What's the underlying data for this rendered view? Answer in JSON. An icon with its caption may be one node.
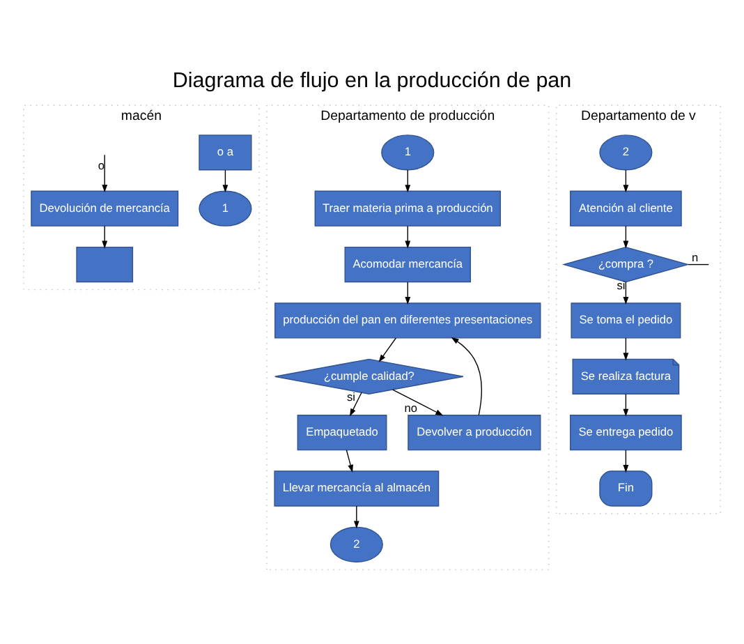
{
  "diagram": {
    "title": "Diagrama de flujo en la producción de pan",
    "nodes": [
      {
        "text": [
          "macén"
        ]
      },
      {
        "text": [],
        "shape": "box",
        "in": 0
      },
      {
        "text": [
          "Devolución de mercancía"
        ],
        "in": 0
      },
      {
        "text": [
          "o a"
        ],
        "in": 0
      },
      {
        "text": [
          "1"
        ],
        "in": 0
      },
      {
        "text": [
          "Departamento de producción"
        ]
      },
      {
        "text": [
          "1"
        ],
        "in": 5
      },
      {
        "text": [
          "Traer materia prima a producción"
        ],
        "in": 5
      },
      {
        "text": [
          "Acomodar mercancía"
        ],
        "in": 5
      },
      {
        "text": [
          "producción del pan en diferentes presentaciones"
        ],
        "in": 5
      },
      {
        "text": [
          "¿cumple calidad?"
        ],
        "in": 5
      },
      {
        "text": [
          "Devolver a producción"
        ],
        "in": 5
      },
      {
        "text": [
          "Empaquetado"
        ],
        "in": 5
      },
      {
        "text": [
          "Llevar mercancía al almacén"
        ],
        "in": 5
      },
      {
        "text": [
          "2"
        ],
        "in": 5
      },
      {
        "text": [
          "Departamento de v"
        ]
      },
      {
        "text": [
          "2"
        ],
        "in": 15
      },
      {
        "text": [
          "Atención al cliente"
        ],
        "in": 15
      },
      {
        "text": [
          "¿compra ?"
        ],
        "in": 15
      },
      {
        "text": [
          "Se toma el pedido"
        ],
        "in": 15
      },
      {
        "text": [
          "Se realiza factura"
        ],
        "in": 15
      },
      {
        "text": [
          "Se entrega pedido"
        ],
        "in": 15
      },
      {
        "text": [
          "Fin"
        ],
        "in": 15
      }
    ],
    "edges": [
      {
        "from": null,
        "to": 2,
        "arrow": "to",
        "label": "o"
      },
      {
        "from": 2,
        "to": 1,
        "arrow": "to"
      },
      {
        "from": 3,
        "to": 4,
        "arrow": "to"
      },
      {
        "from": 6,
        "to": 7,
        "arrow": "to"
      },
      {
        "from": 7,
        "to": 8,
        "arrow": "to"
      },
      {
        "from": 8,
        "to": 9,
        "arrow": "to"
      },
      {
        "from": 9,
        "to": 10,
        "arrow": "to"
      },
      {
        "from": 10,
        "to": 11,
        "arrow": "to",
        "label": "no"
      },
      {
        "from": 11,
        "to": 9,
        "arrow": "to"
      },
      {
        "from": 10,
        "to": 12,
        "arrow": "to",
        "label": "si"
      },
      {
        "from": 12,
        "to": 13,
        "arrow": "to"
      },
      {
        "from": 13,
        "to": 14,
        "arrow": "to"
      },
      {
        "from": 16,
        "to": 17,
        "arrow": "to"
      },
      {
        "from": 17,
        "to": 18,
        "arrow": "to"
      },
      {
        "from": 18,
        "to": null,
        "arrow": "none",
        "label": "n"
      },
      {
        "from": 18,
        "to": 19,
        "arrow": "to",
        "label": "si"
      },
      {
        "from": 19,
        "to": 20,
        "arrow": "to"
      },
      {
        "from": 20,
        "to": 21,
        "arrow": "to"
      },
      {
        "from": 21,
        "to": 22,
        "arrow": "to"
      }
    ]
  }
}
